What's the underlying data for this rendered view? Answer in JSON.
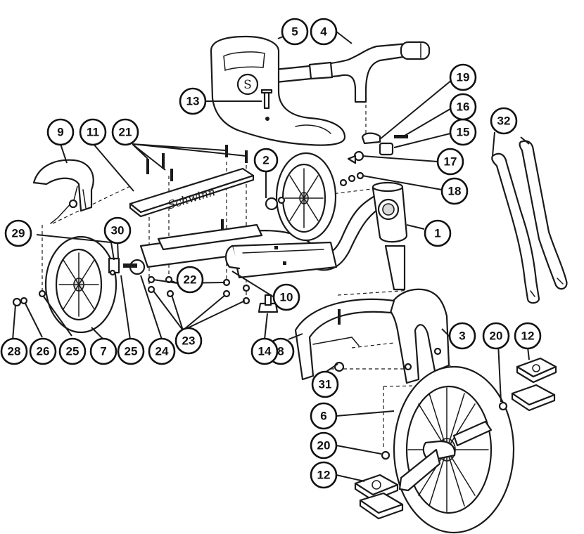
{
  "diagram": {
    "brand_text": "Schwinn",
    "seat_logo": "S",
    "labels": [
      "1",
      "2",
      "3",
      "4",
      "5",
      "6",
      "7",
      "8",
      "9",
      "10",
      "11",
      "12",
      "12",
      "13",
      "14",
      "15",
      "16",
      "17",
      "18",
      "19",
      "20",
      "20",
      "21",
      "22",
      "23",
      "24",
      "25",
      "25",
      "26",
      "28",
      "29",
      "30",
      "31",
      "32"
    ]
  }
}
